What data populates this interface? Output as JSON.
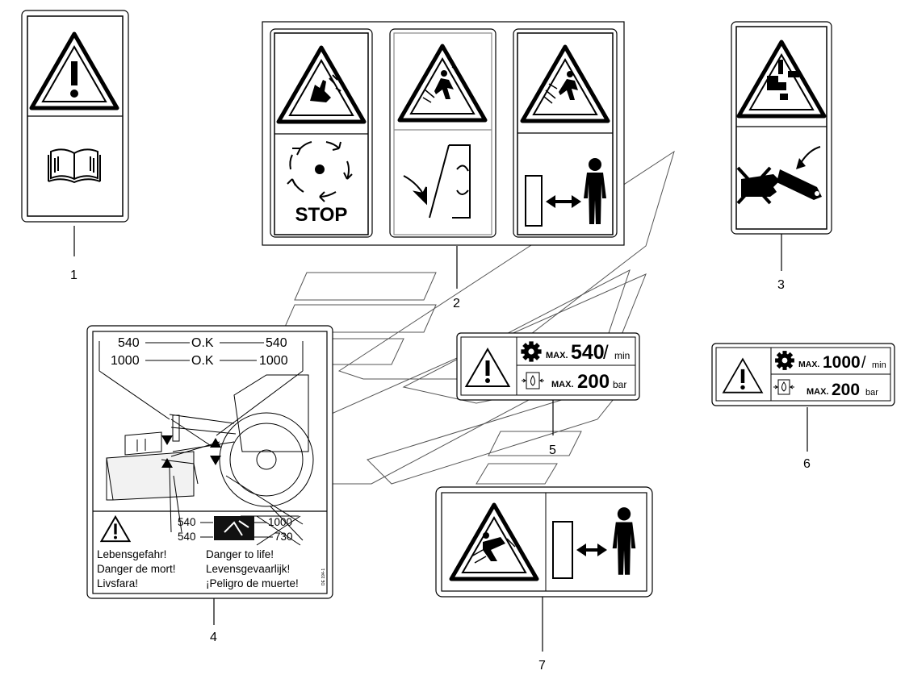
{
  "callouts": {
    "n1": "1",
    "n2": "2",
    "n3": "3",
    "n4": "4",
    "n5": "5",
    "n6": "6",
    "n7": "7"
  },
  "decal2": {
    "stop": "STOP"
  },
  "decal4": {
    "r1_left": "540",
    "r1_mid": "O.K",
    "r1_right": "540",
    "r2_left": "1000",
    "r2_mid": "O.K",
    "r2_right": "1000",
    "b1_left": "540",
    "b1_right": "1000",
    "b2_left": "540",
    "b2_right": "730",
    "txt_de": "Lebensgefahr!",
    "txt_fr": "Danger de mort!",
    "txt_sv": "Livsfara!",
    "txt_en": "Danger to life!",
    "txt_nl": "Levensgevaarlijk!",
    "txt_es": "¡Peligro de muerte!",
    "code": "DE 194-1"
  },
  "decal5": {
    "max1": "MAX.",
    "speed": "540",
    "slash": "/",
    "unit1": "min",
    "max2": "MAX.",
    "pressure": "200",
    "unit2": "bar"
  },
  "decal6": {
    "max1": "MAX.",
    "speed": "1000",
    "slash": "/",
    "unit1": "min",
    "max2": "MAX.",
    "pressure": "200",
    "unit2": "bar"
  },
  "icons": {
    "warning": "warning-triangle-icon",
    "manual": "open-book-icon",
    "gear": "gear-icon",
    "oil": "oil-drop-icon",
    "person": "person-icon"
  }
}
